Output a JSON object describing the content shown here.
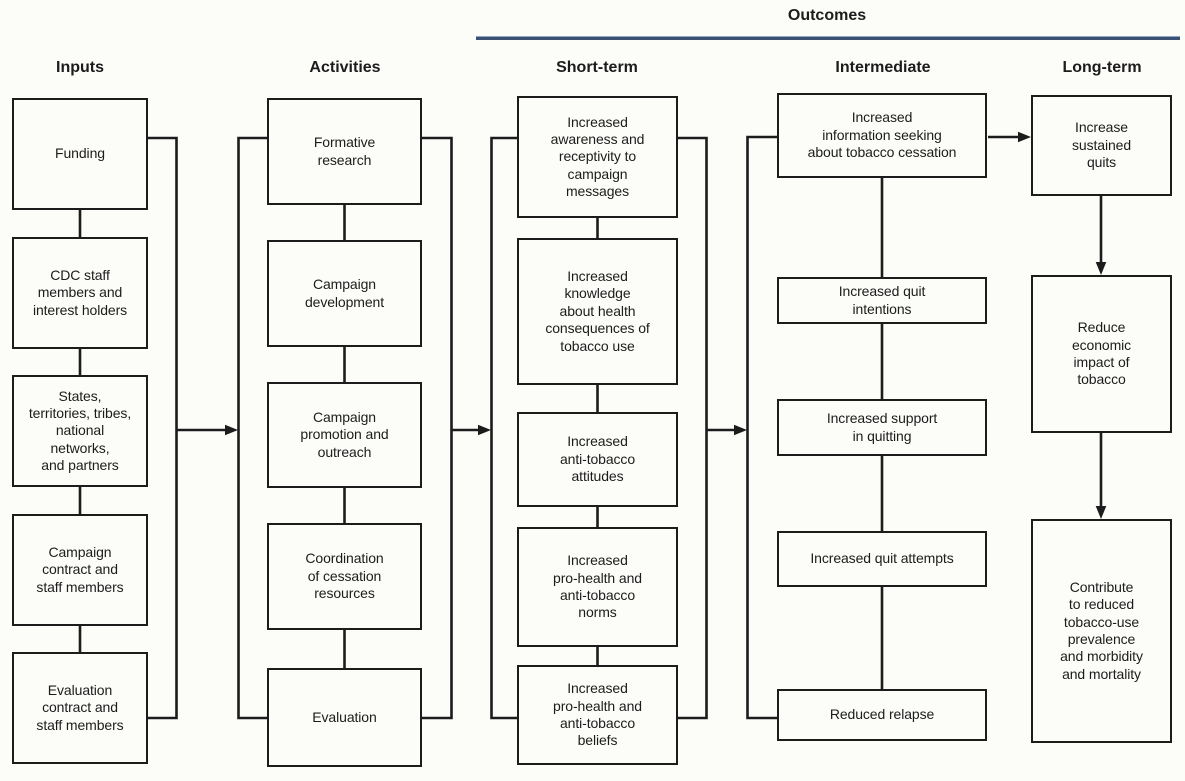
{
  "title": {
    "outcomes_label": "Outcomes"
  },
  "columns": [
    {
      "header": "Inputs",
      "boxes": [
        "Funding",
        "CDC staff\nmembers and\ninterest holders",
        "States,\nterritories, tribes,\nnational\nnetworks,\nand partners",
        "Campaign\ncontract and\nstaff members",
        "Evaluation\ncontract and\nstaff members"
      ]
    },
    {
      "header": "Activities",
      "boxes": [
        "Formative\nresearch",
        "Campaign\ndevelopment",
        "Campaign\npromotion and\noutreach",
        "Coordination\nof cessation\nresources",
        "Evaluation"
      ]
    },
    {
      "header": "Short-term",
      "boxes": [
        "Increased\nawareness and\nreceptivity to\ncampaign\nmessages",
        "Increased\nknowledge\nabout health\nconsequences of\ntobacco use",
        "Increased\nanti-tobacco\nattitudes",
        "Increased\npro-health and\nanti-tobacco\nnorms",
        "Increased\npro-health and\nanti-tobacco\nbeliefs"
      ]
    },
    {
      "header": "Intermediate",
      "boxes": [
        "Increased\ninformation seeking\nabout tobacco cessation",
        "Increased quit\nintentions",
        "Increased support\nin quitting",
        "Increased quit attempts",
        "Reduced relapse"
      ]
    },
    {
      "header": "Long-term",
      "boxes": [
        "Increase\nsustained\nquits",
        "Reduce\neconomic\nimpact of\ntobacco",
        "Contribute\nto reduced\ntobacco-use\nprevalence\nand morbidity\nand mortality"
      ]
    }
  ],
  "colors": {
    "line": "#1c1c1c",
    "text": "#1c1c1c",
    "rule": "#3a5173",
    "rule_top": "#94a6c1",
    "background": "#fcfcf9"
  }
}
